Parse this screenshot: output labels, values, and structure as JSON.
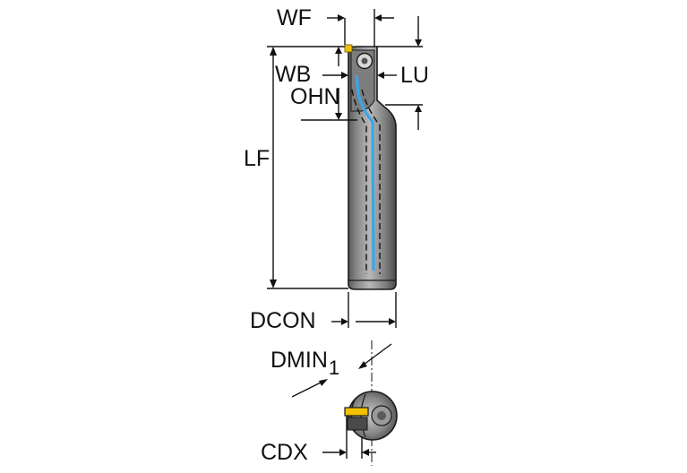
{
  "labels": {
    "wf": "WF",
    "wb": "WB",
    "lu": "LU",
    "ohn": "OHN",
    "lf": "LF",
    "dcon": "DCON",
    "dmin": "DMIN",
    "dmin_sub": "1",
    "cdx": "CDX"
  },
  "colors": {
    "body_dark": "#3d3d3d",
    "body_mid": "#6e6e6e",
    "body_light": "#9a9a9a",
    "coolant": "#3aa6e8",
    "insert": "#f2c200",
    "line": "#111111"
  },
  "icons": {
    "insert": "insert-icon",
    "clamp_screw": "clamp-screw-icon",
    "coolant_channel": "coolant-channel-icon"
  }
}
